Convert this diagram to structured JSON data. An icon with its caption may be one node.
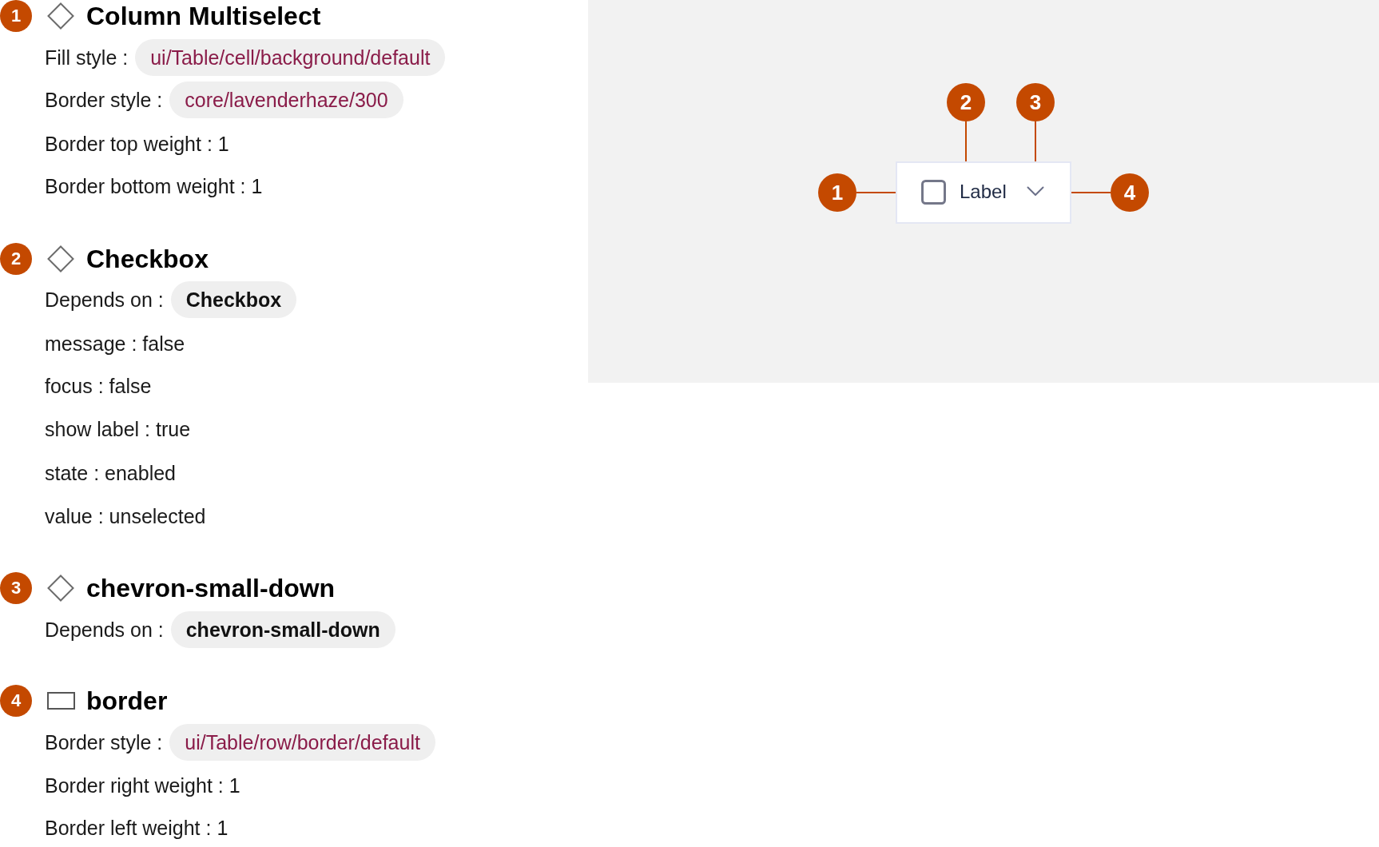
{
  "diagram": {
    "nodes": [
      {
        "text": [
          "1"
        ]
      },
      {
        "text": [
          "2"
        ]
      },
      {
        "text": [
          "3"
        ]
      },
      {
        "text": [
          "4"
        ]
      },
      {
        "text": [],
        "shape": "box"
      },
      {
        "text": [
          "Label"
        ],
        "in": 4
      },
      {
        "text": [],
        "shape": "chevron",
        "in": 4
      }
    ],
    "edges": [
      {
        "from": 0,
        "to": 4,
        "arrow": "none"
      },
      {
        "from": 1,
        "to": 5,
        "arrow": "none"
      },
      {
        "from": 2,
        "to": 6,
        "arrow": "none"
      },
      {
        "from": 3,
        "to": 4,
        "arrow": "none"
      }
    ],
    "labels": [
      "1",
      "Column Multiselect",
      "Fill style :",
      "ui/Table/cell/background/default",
      "Border style :",
      "core/lavenderhaze/300",
      "Border top weight : 1",
      "Border bottom weight : 1",
      "2",
      "Checkbox",
      "Depends on :",
      "Checkbox",
      "message : false",
      "focus : false",
      "show label : true",
      "state : enabled",
      "value : unselected",
      "3",
      "chevron-small-down",
      "Depends on :",
      "chevron-small-down",
      "4",
      "border",
      "Border style :",
      "ui/Table/row/border/default",
      "Border right weight : 1",
      "Border left weight : 1"
    ]
  }
}
